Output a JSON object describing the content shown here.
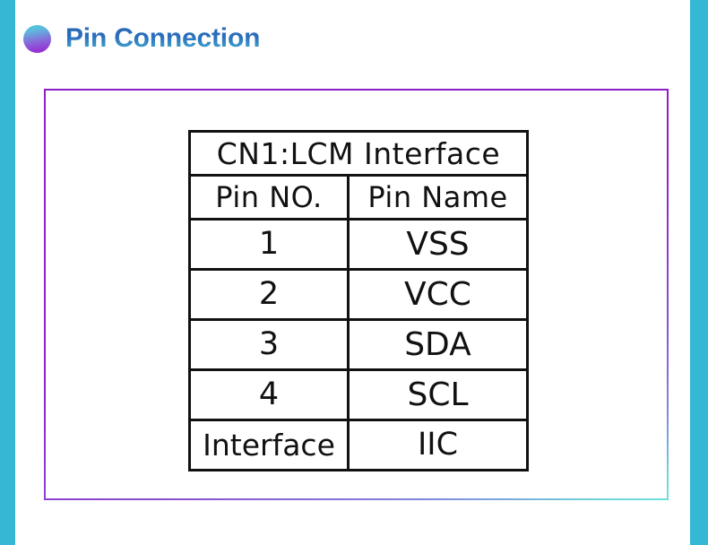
{
  "slide": {
    "heading": "Pin Connection",
    "bullet_icon": "gradient-circle-bullet",
    "accent_color": "#35b8d4",
    "heading_color": "#2d6fb8",
    "box_border_gradient_start": "#8f20c9",
    "box_border_gradient_end": "#6fe0dc"
  },
  "pin_table": {
    "title": "CN1:LCM  Interface",
    "columns": [
      "Pin  NO.",
      "Pin  Name"
    ],
    "rows": [
      {
        "no": "1",
        "name": "VSS"
      },
      {
        "no": "2",
        "name": "VCC"
      },
      {
        "no": "3",
        "name": "SDA"
      },
      {
        "no": "4",
        "name": "SCL"
      }
    ],
    "footer": {
      "no": "Interface",
      "name": "IIC"
    }
  }
}
